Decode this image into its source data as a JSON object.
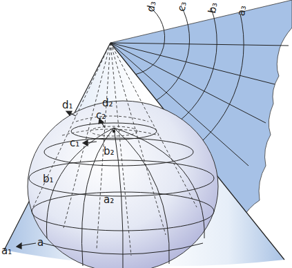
{
  "diagram": {
    "labels": [
      "d₃",
      "c₃",
      "b₃",
      "a₃",
      "d₁",
      "d₂",
      "c₂",
      "c₁",
      "b₁",
      "b₂",
      "a₂",
      "a₁",
      "a"
    ]
  }
}
